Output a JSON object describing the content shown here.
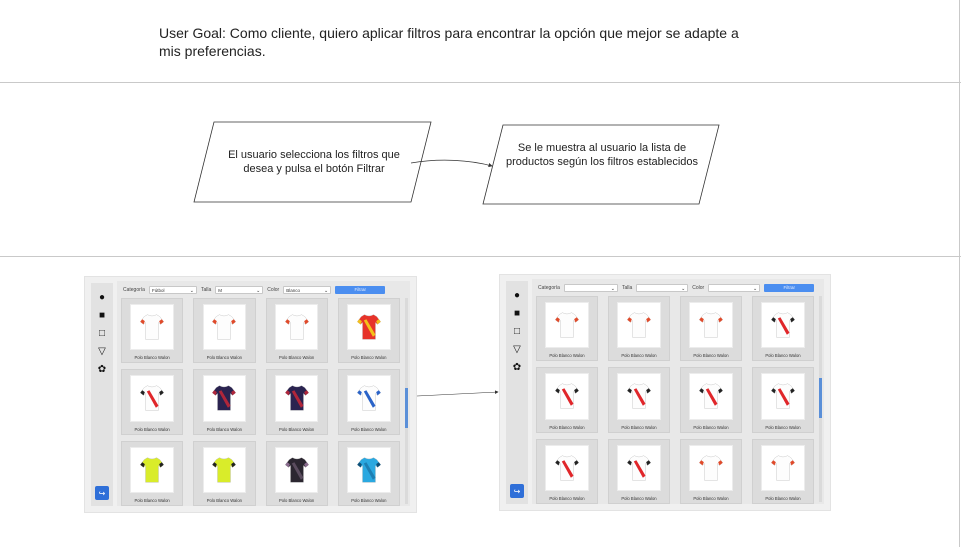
{
  "user_goal": "User Goal:  Como cliente, quiero aplicar filtros para encontrar la opción que mejor se adapte a mis preferencias.",
  "flow": {
    "step1": "El usuario selecciona los filtros que desea y pulsa el botón Filtrar",
    "step2": "Se le muestra al usuario la lista de productos según los filtros establecidos"
  },
  "mockups": {
    "before": {
      "filters": {
        "cat_label": "Categoría",
        "cat_value": "Fútbol",
        "talla_label": "Talla",
        "talla_value": "M",
        "color_label": "Color",
        "color_value": "Blanco",
        "button": "Filtrar"
      },
      "products": [
        {
          "name": "Polo Blanco Walon",
          "style": "white"
        },
        {
          "name": "Polo Blanco Walon",
          "style": "white"
        },
        {
          "name": "Polo Blanco Walon",
          "style": "white"
        },
        {
          "name": "Polo Blanco Walon",
          "style": "redyellow"
        },
        {
          "name": "Polo Blanco Walon",
          "style": "whitered"
        },
        {
          "name": "Polo Blanco Walon",
          "style": "navyred"
        },
        {
          "name": "Polo Blanco Walon",
          "style": "navyred"
        },
        {
          "name": "Polo Blanco Walon",
          "style": "whiteblue"
        },
        {
          "name": "Polo Blanco Walon",
          "style": "lime"
        },
        {
          "name": "Polo Blanco Walon",
          "style": "lime"
        },
        {
          "name": "Polo Blanco Walon",
          "style": "dark"
        },
        {
          "name": "Polo Blanco Walon",
          "style": "cyan"
        }
      ]
    },
    "after": {
      "filters": {
        "cat_label": "Categoría",
        "cat_value": "",
        "talla_label": "Talla",
        "talla_value": "",
        "color_label": "Color",
        "color_value": "",
        "button": "Filtrar"
      },
      "products": [
        {
          "name": "Polo Blanco Walon",
          "style": "white"
        },
        {
          "name": "Polo Blanco Walon",
          "style": "white"
        },
        {
          "name": "Polo Blanco Walon",
          "style": "white"
        },
        {
          "name": "Polo Blanco Walon",
          "style": "whitered"
        },
        {
          "name": "Polo Blanco Walon",
          "style": "whitered"
        },
        {
          "name": "Polo Blanco Walon",
          "style": "whitered"
        },
        {
          "name": "Polo Blanco Walon",
          "style": "whitered"
        },
        {
          "name": "Polo Blanco Walon",
          "style": "whitered"
        },
        {
          "name": "Polo Blanco Walon",
          "style": "whitered"
        },
        {
          "name": "Polo Blanco Walon",
          "style": "whitered"
        },
        {
          "name": "Polo Blanco Walon",
          "style": "white"
        },
        {
          "name": "Polo Blanco Walon",
          "style": "white"
        }
      ]
    }
  },
  "colors": {
    "accent": "#4b8ef0",
    "logout": "#2f6fd8",
    "divider": "#c9c9c9"
  }
}
